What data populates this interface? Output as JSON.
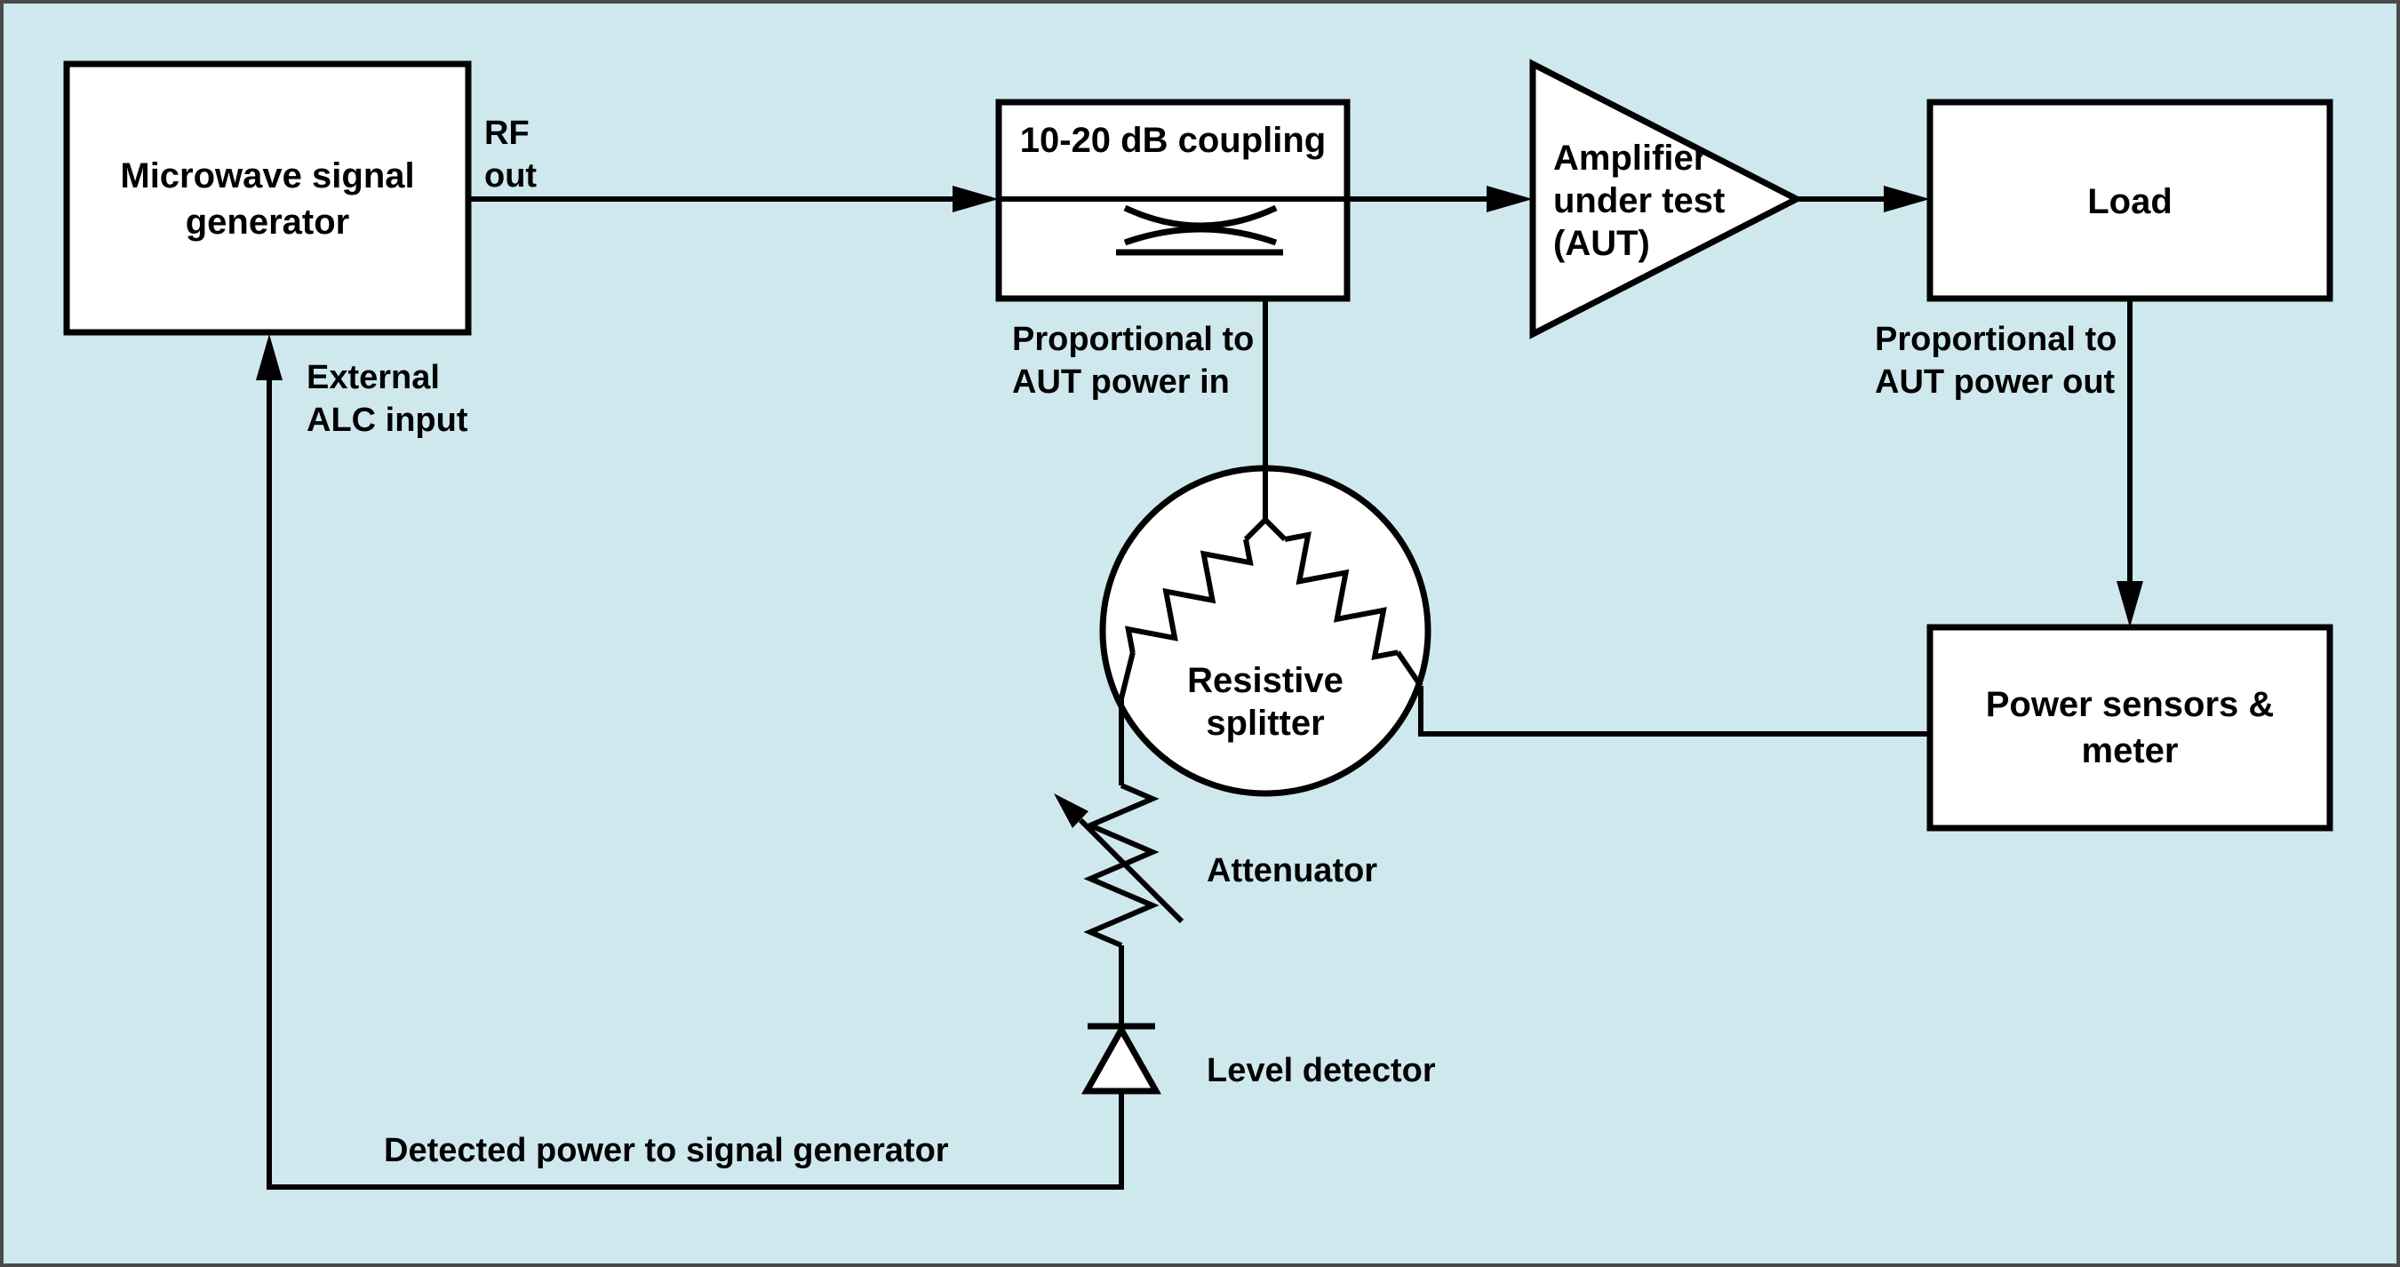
{
  "colors": {
    "background": "#cfe8ee",
    "ink": "#000000",
    "frame": "#4a4a4a",
    "node_fill": "#ffffff"
  },
  "nodes": {
    "signal_generator": {
      "line1": "Microwave signal",
      "line2": "generator"
    },
    "coupler": {
      "label": "10-20 dB coupling"
    },
    "amplifier": {
      "line1": "Amplifier",
      "line2": "under test",
      "line3": "(AUT)"
    },
    "load": {
      "label": "Load"
    },
    "power_meter": {
      "line1": "Power sensors &",
      "line2": "meter"
    },
    "splitter": {
      "line1": "Resistive",
      "line2": "splitter"
    },
    "attenuator": {
      "label": "Attenuator"
    },
    "level_detector": {
      "label": "Level detector"
    }
  },
  "annotations": {
    "rf_out": {
      "line1": "RF",
      "line2": "out"
    },
    "external_alc": {
      "line1": "External",
      "line2": "ALC input"
    },
    "prop_in": {
      "line1": "Proportional to",
      "line2": "AUT power in"
    },
    "prop_out": {
      "line1": "Proportional to",
      "line2": "AUT power out"
    },
    "detected": {
      "label": "Detected power to signal generator"
    }
  }
}
